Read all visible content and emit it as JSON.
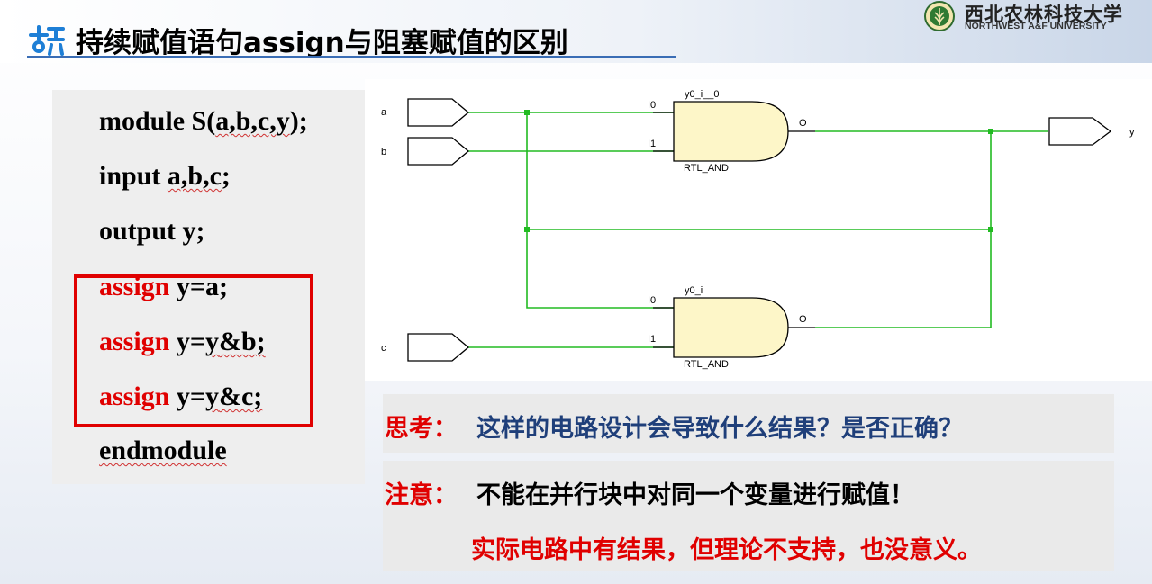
{
  "slide": {
    "title": "持续赋值语句assign与阻塞赋值的区别",
    "logo": {
      "cn": "西北农林科技大学",
      "en": "NORTHWEST A&F UNIVERSITY"
    }
  },
  "code": {
    "line1": {
      "kw": "module",
      "rest": " S(",
      "args": "a,b,c,y",
      "end": ");"
    },
    "line2": {
      "kw": "input",
      "rest": " ",
      "args": "a,b,c",
      "end": ";"
    },
    "line3": "output y;",
    "line4": {
      "kw": "assign",
      "rest": " y=a;"
    },
    "line5": {
      "kw": "assign",
      "rest": " y=",
      "sq": "y",
      "end": "&b;"
    },
    "line6": {
      "kw": "assign",
      "rest": " y=",
      "sq": "y",
      "end": "&c;"
    },
    "line7": "endmodule"
  },
  "circuit": {
    "inputs": [
      "a",
      "b",
      "c"
    ],
    "output": "y",
    "gates": [
      {
        "name": "y0_i__0",
        "type": "RTL_AND",
        "in0": "I0",
        "in1": "I1",
        "out": "O"
      },
      {
        "name": "y0_i",
        "type": "RTL_AND",
        "in0": "I0",
        "in1": "I1",
        "out": "O"
      }
    ]
  },
  "notes": {
    "think_label": "思考：",
    "think_text": "这样的电路设计会导致什么结果？是否正确？",
    "attention_label": "注意：",
    "attention_text": "不能在并行块中对同一个变量进行赋值！",
    "attention_text2": "实际电路中有结果，但理论不支持，也没意义。"
  },
  "colors": {
    "accent": "#e00000",
    "wire": "#22bb22",
    "gate_fill": "#fdf6c8",
    "title_underline": "#3a6db5"
  }
}
